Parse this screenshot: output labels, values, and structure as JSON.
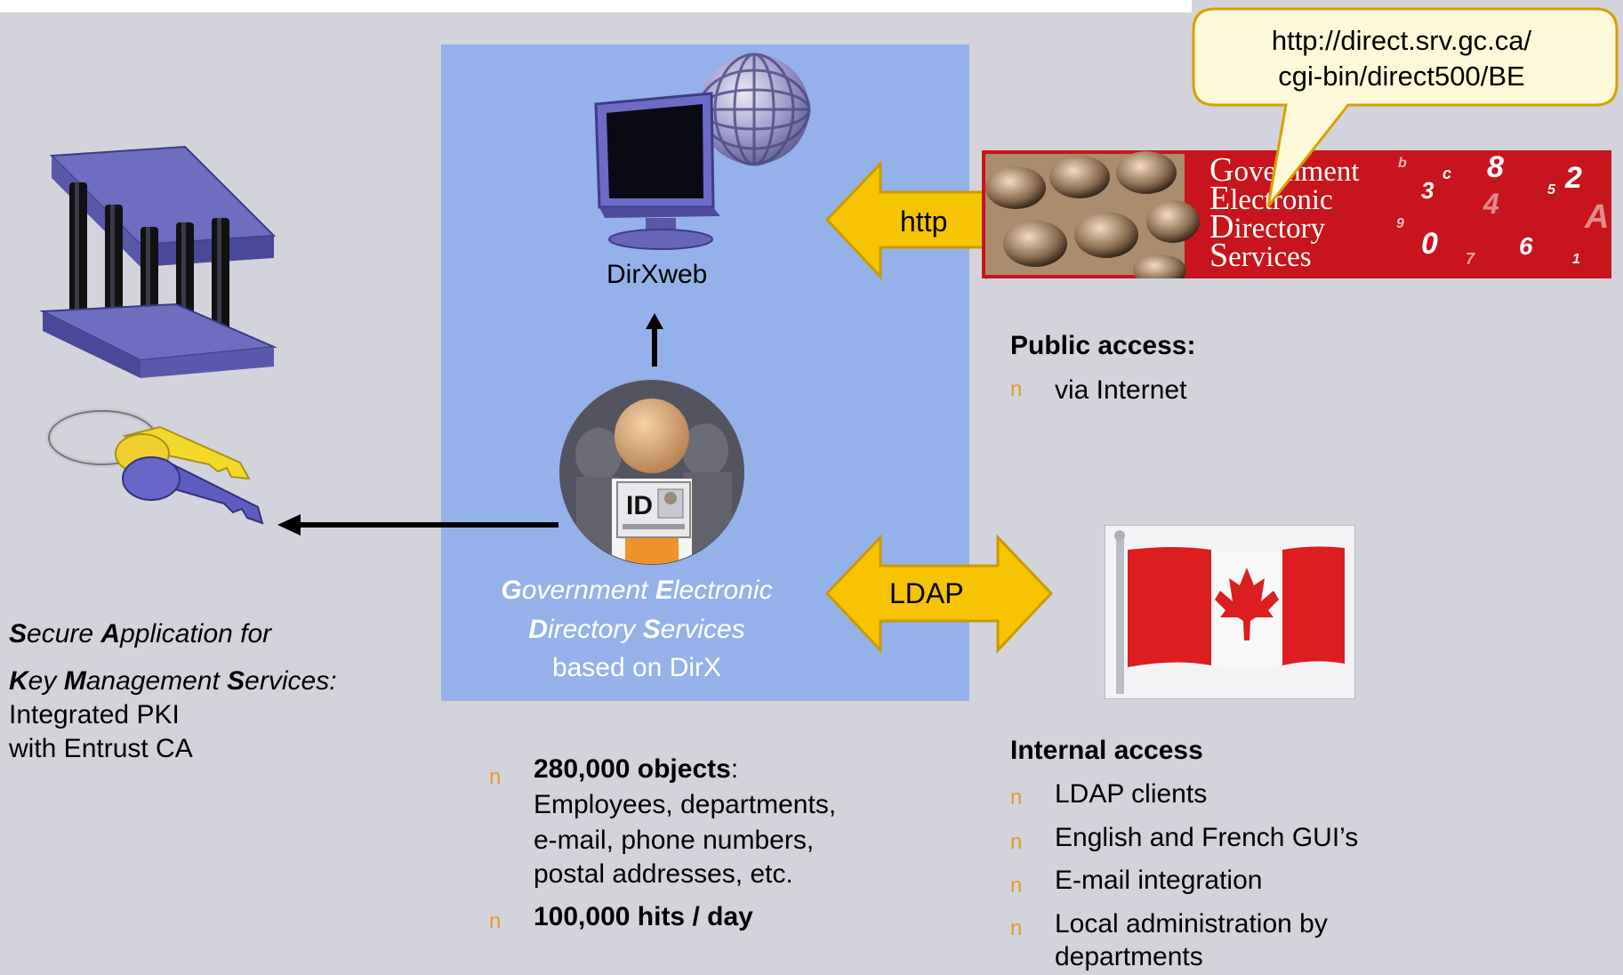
{
  "panel": {
    "dirxweb_label": "DirXweb",
    "ged_line1": [
      "G",
      "overnment ",
      "E",
      "lectronic"
    ],
    "ged_line2": [
      "D",
      "irectory ",
      "S",
      "ervices"
    ],
    "ged_line3": "based on DirX",
    "id_badge": "ID"
  },
  "arrows": {
    "http_label": "http",
    "ldap_label": "LDAP"
  },
  "callout": {
    "line1": "http://direct.srv.gc.ca/",
    "line2": "cgi-bin/direct500/BE"
  },
  "banner": {
    "line1_cap": "G",
    "line1": "overnment",
    "line2_cap": "E",
    "line2": "lectronic",
    "line3_cap": "D",
    "line3": "irectory",
    "line4_cap": "S",
    "line4": "ervices",
    "digits": [
      "b",
      "c",
      "8",
      "2",
      "3",
      "5",
      "4",
      "9",
      "A",
      "0",
      "7",
      "6",
      "1"
    ]
  },
  "left": {
    "title_line1": [
      "S",
      "ecure ",
      "A",
      "pplication for"
    ],
    "title_line2": [
      "K",
      "ey ",
      "M",
      "anagement ",
      "S",
      "ervices:"
    ],
    "line3": "Integrated PKI",
    "line4": "with Entrust CA"
  },
  "public_access": {
    "heading": "Public access:",
    "items": [
      "via Internet"
    ]
  },
  "internal_access": {
    "heading": "Internal access",
    "items": [
      "LDAP clients",
      "English and French GUI’s",
      "E-mail integration",
      "Local administration by",
      "departments"
    ]
  },
  "stats": {
    "item1_bold": "280,000 objects",
    "item1_colon": ":",
    "item1_lines": [
      "Employees, departments,",
      "e-mail, phone numbers,",
      "postal addresses, etc."
    ],
    "item2": "100,000  hits / day"
  },
  "bullet_char": "n",
  "colors": {
    "background": "#d3d3db",
    "panel": "#94b2e9",
    "arrow_yellow": "#f6c400",
    "banner_red": "#c8141c",
    "bullet_orange": "#e39a2d",
    "callout_fill": "#fdf9d8"
  }
}
